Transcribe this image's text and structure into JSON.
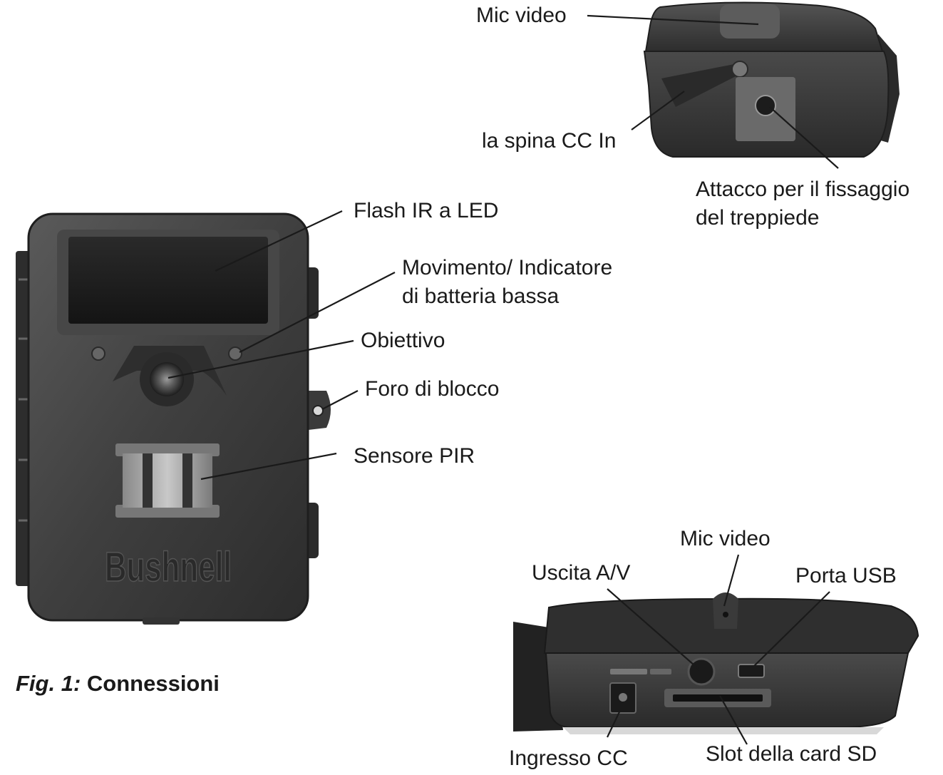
{
  "brand": "Bushnell",
  "caption": {
    "prefix": "Fig. 1:",
    "title": "Connessioni"
  },
  "labels": {
    "mic_video_top": "Mic video",
    "dc_in_plug": "la spina CC In",
    "tripod_mount": [
      "Attacco per il fissaggio",
      "del treppiede"
    ],
    "ir_flash": "Flash IR a LED",
    "motion_indicator": [
      "Movimento/ Indicatore",
      "di batteria bassa"
    ],
    "lens": "Obiettivo",
    "lock_hole": "Foro di blocco",
    "pir_sensor": "Sensore PIR",
    "mic_video_bottom": "Mic video",
    "av_out": "Uscita A/V",
    "usb_port": "Porta USB",
    "dc_input": "Ingresso CC",
    "sd_slot": "Slot della card SD"
  },
  "colors": {
    "body": "#3c3c3c",
    "body_light": "#565656",
    "body_dark": "#222222",
    "leader": "#1a1a1a",
    "background": "#ffffff"
  }
}
